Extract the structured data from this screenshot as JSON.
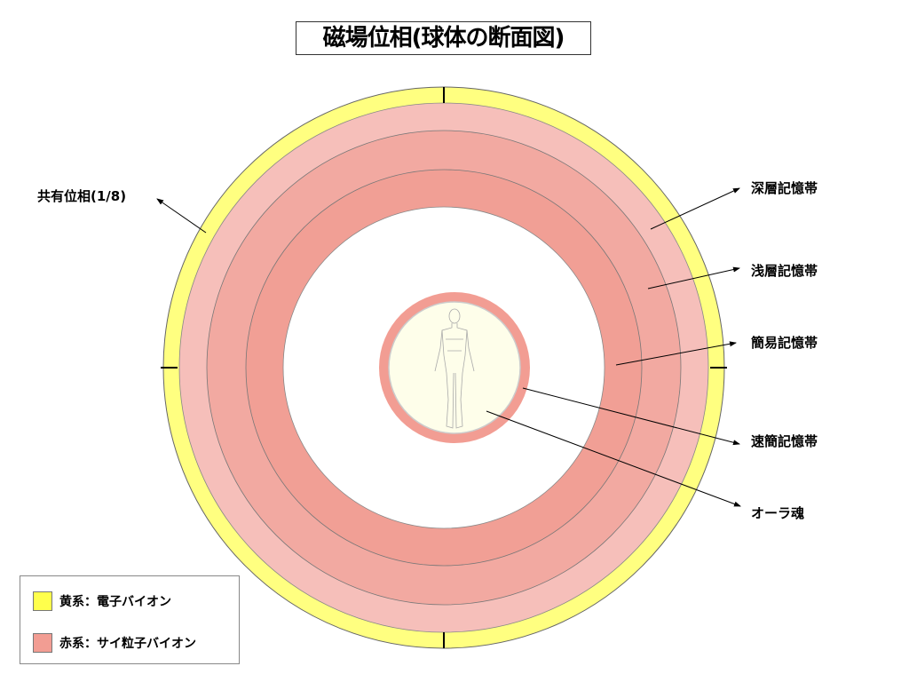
{
  "title": "磁場位相(球体の断面図)",
  "labels": {
    "shared_phase": "共有位相(1/8)",
    "deep_memory": "深層記憶帯",
    "shallow_memory": "浅層記憶帯",
    "simple_memory": "簡易記憶帯",
    "fast_simple_memory": "速簡記憶帯",
    "aura_soul": "オーラ魂"
  },
  "legend": [
    {
      "label": "黄系：電子バイオン",
      "color": "#FFFF80"
    },
    {
      "label": "赤系：サイ粒子バイオン",
      "color": "#F29D93"
    }
  ],
  "colors": {
    "yellow_ring": "#FFFF80",
    "deep_ring": "#F6BFBA",
    "shallow_ring": "#F2A9A1",
    "simple_ring": "#F19F95",
    "aura_ring": "#F29D93",
    "aura_core": "#FEFEEA"
  }
}
